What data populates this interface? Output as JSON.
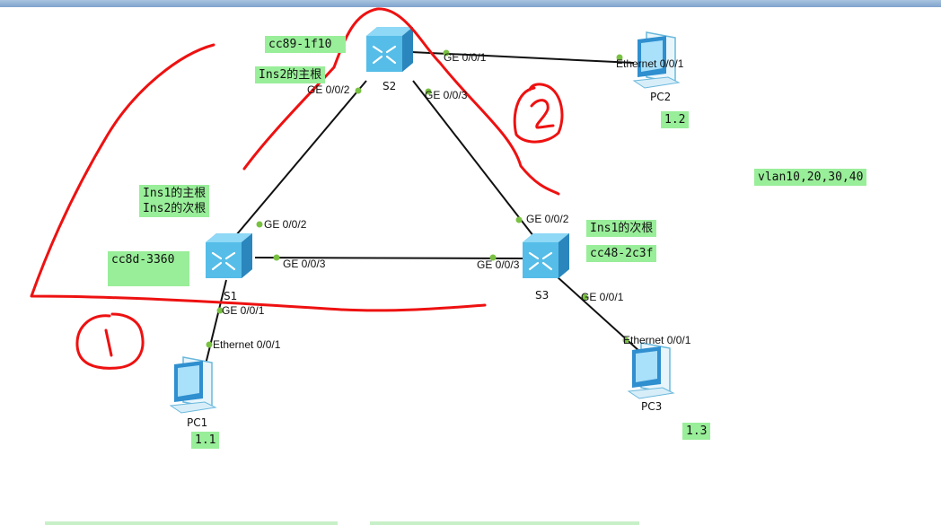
{
  "devices": {
    "s1": {
      "name": "S1"
    },
    "s2": {
      "name": "S2"
    },
    "s3": {
      "name": "S3"
    },
    "pc1": {
      "name": "PC1"
    },
    "pc2": {
      "name": "PC2"
    },
    "pc3": {
      "name": "PC3"
    }
  },
  "ports": {
    "s2_ge001": "GE 0/0/1",
    "s2_ge002": "GE 0/0/2",
    "s2_ge003": "GE 0/0/3",
    "pc2_eth": "Ethernet 0/0/1",
    "s1_ge002": "GE 0/0/2",
    "s1_ge003": "GE 0/0/3",
    "s1_ge001": "GE 0/0/1",
    "pc1_eth": "Ethernet 0/0/1",
    "s3_ge002": "GE 0/0/2",
    "s3_ge003": "GE 0/0/3",
    "s3_ge001": "GE 0/0/1",
    "pc3_eth": "Ethernet 0/0/1"
  },
  "notes": {
    "s2_mac": "cc89-1f10",
    "s2_role": "Ins2的主根",
    "s1_role": "Ins1的主根\nIns2的次根",
    "s1_mac": "cc8d-3360",
    "s3_role": "Ins1的次根",
    "s3_mac": "cc48-2c3f",
    "pc2_ip": "1.2",
    "pc1_ip": "1.1",
    "pc3_ip": "1.3",
    "vlans": "vlan10,20,30,40"
  },
  "colors": {
    "note_bg": "#99ee99",
    "link": "#111111",
    "port_dot": "#7ac143",
    "annotation": "#ee1111",
    "switch": "#55bde8"
  }
}
